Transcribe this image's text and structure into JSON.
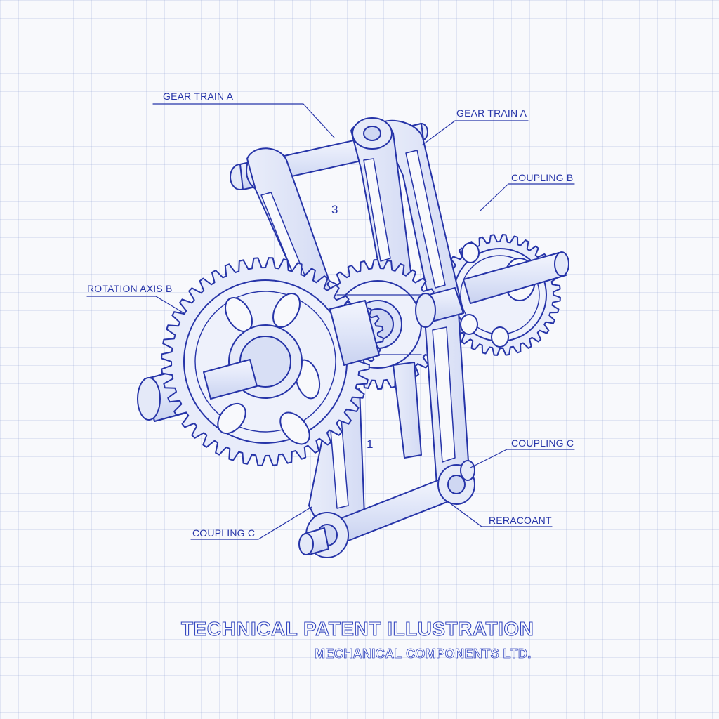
{
  "callouts": {
    "gear_train_a_left": "GEAR TRAIN A",
    "gear_train_a_right": "GEAR TRAIN A",
    "coupling_b": "COUPLING B",
    "rotation_axis_b": "ROTATION AXIS B",
    "coupling_c_right": "COUPLING C",
    "reracoant": "RERACOANT",
    "coupling_c_left": "COUPLING C"
  },
  "reference_numerals": {
    "upper": "3",
    "lower": "1"
  },
  "title_block": {
    "title": "TECHNICAL PATENT ILLUSTRATION",
    "subtitle": "MECHANICAL COMPONENTS LTD."
  },
  "colors": {
    "ink": "#2634a8",
    "fill_light": "#e6eaf8",
    "paper": "#f8f9fc",
    "grid": "#c7cfe6"
  }
}
